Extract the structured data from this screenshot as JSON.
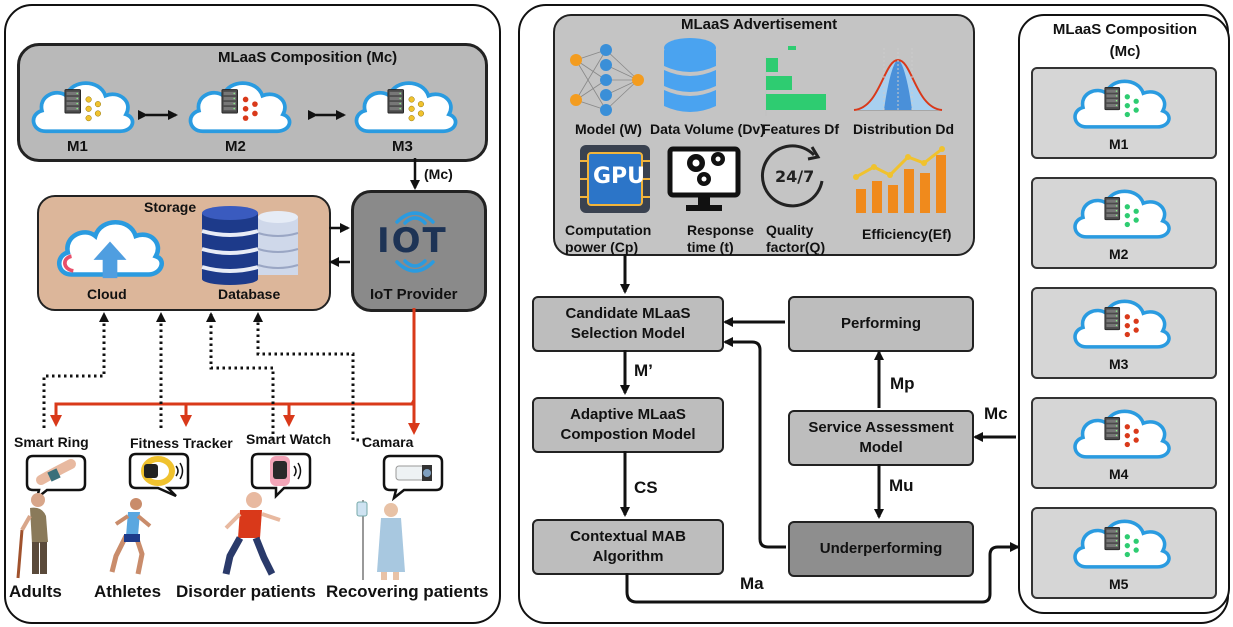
{
  "left": {
    "composition_title": "MLaaS Composition (Mc)",
    "models": [
      "M1",
      "M2",
      "M3"
    ],
    "mc_arrow_label": "(Mc)",
    "storage_title": "Storage",
    "cloud_label": "Cloud",
    "database_label": "Database",
    "iot_logo": "IOT",
    "iot_provider_label": "IoT Provider",
    "devices": [
      "Smart Ring",
      "Fitness Tracker",
      "Smart Watch",
      "Camara"
    ],
    "users": [
      "Adults",
      "Athletes",
      "Disorder patients",
      "Recovering patients"
    ]
  },
  "right": {
    "advert_title": "MLaaS Advertisement",
    "gpu_text": "GPU",
    "clock_text": "24/7",
    "advert_items": [
      "Model (W)",
      "Data Volume (Dv)",
      "Features Df",
      "Distribution Dd",
      "Computation power (Cp)",
      "Response time (t)",
      "Quality factor(Q)",
      "Efficiency(Ef)"
    ],
    "boxes": {
      "candidate": "Candidate MLaaS Selection Model",
      "adaptive": "Adaptive MLaaS Compostion Model",
      "contextual": "Contextual MAB Algorithm",
      "performing": "Performing",
      "assessment": "Service Assessment Model",
      "underperforming": "Underperforming"
    },
    "edge_labels": {
      "m_prime": "M’",
      "cs": "CS",
      "ma": "Ma",
      "mp": "Mp",
      "mu": "Mu",
      "mc": "Mc"
    },
    "composition_title": "MLaaS Composition (Mc)",
    "models": [
      "M1",
      "M2",
      "M3",
      "M4",
      "M5"
    ]
  },
  "colors": {
    "cloud_blue": "#2a9be0",
    "arrow_red": "#d9391a",
    "net_green": "#2ecc71",
    "net_red": "#d9391a",
    "net_yellow": "#f0c22e",
    "storage_bg": "#dcb69a",
    "iot_navy": "#1d3355"
  }
}
